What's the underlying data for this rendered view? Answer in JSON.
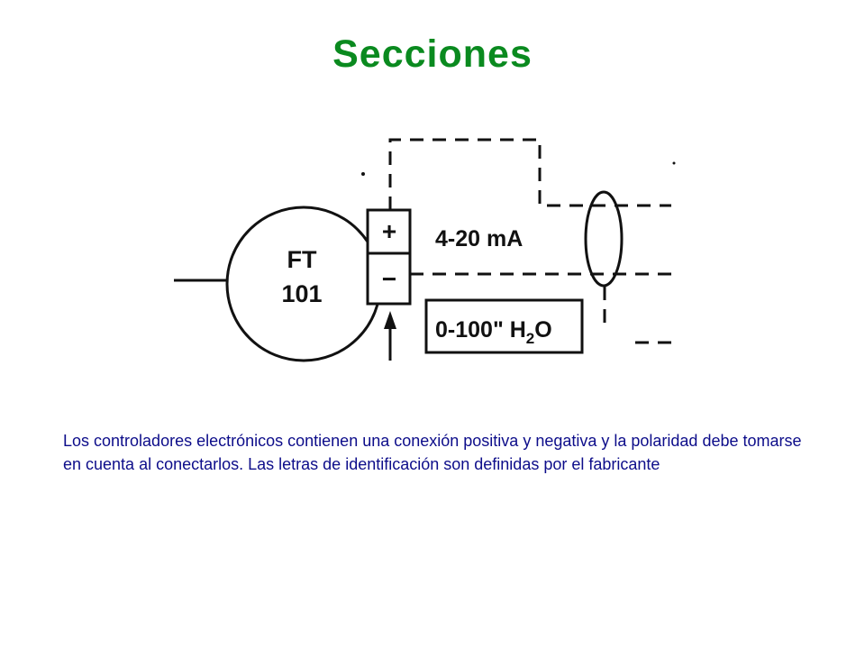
{
  "slide": {
    "title": "Secciones",
    "title_color": "#0a8a1f",
    "body_color": "#0d0d8a",
    "body_text": "Los controladores electrónicos contienen una conexión positiva y negativa y la polaridad debe tomarse en cuenta al conectarlos. Las letras de identificación son definidas por el fabricante"
  },
  "diagram": {
    "instrument_line1": "FT",
    "instrument_line2": "101",
    "plus_sign": "+",
    "minus_sign": "−",
    "signal_label": "4-20 mA",
    "range_label_prefix": "0-100\" H",
    "range_label_sub": "2",
    "range_label_suffix": "O"
  }
}
